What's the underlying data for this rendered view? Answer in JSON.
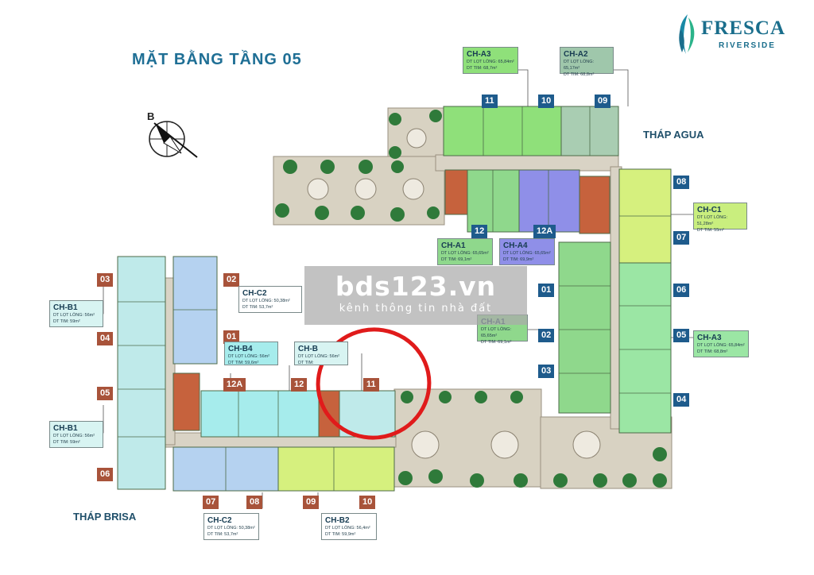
{
  "title": "MẶT BẰNG TẦNG 05",
  "logo": {
    "name": "FRESCA",
    "sub": "RIVERSIDE"
  },
  "compass": {
    "label": "B"
  },
  "towers": {
    "agua": "THÁP AGUA",
    "brisa": "THÁP BRISA"
  },
  "watermark": {
    "main": "bds123.vn",
    "sub": "kênh thông tin nhà đất"
  },
  "units": [
    {
      "id": "u11t",
      "label": "11",
      "color": "blue"
    },
    {
      "id": "u10t",
      "label": "10",
      "color": "blue"
    },
    {
      "id": "u09t",
      "label": "09",
      "color": "blue"
    },
    {
      "id": "u08r",
      "label": "08",
      "color": "blue"
    },
    {
      "id": "u07r",
      "label": "07",
      "color": "blue"
    },
    {
      "id": "u12m",
      "label": "12",
      "color": "blue"
    },
    {
      "id": "u12Am",
      "label": "12A",
      "color": "blue"
    },
    {
      "id": "u01c",
      "label": "01",
      "color": "blue"
    },
    {
      "id": "u02c",
      "label": "02",
      "color": "blue"
    },
    {
      "id": "u03c",
      "label": "03",
      "color": "blue"
    },
    {
      "id": "u06r",
      "label": "06",
      "color": "blue"
    },
    {
      "id": "u05r",
      "label": "05",
      "color": "blue"
    },
    {
      "id": "u04r",
      "label": "04",
      "color": "blue"
    },
    {
      "id": "u03l",
      "label": "03",
      "color": "brown"
    },
    {
      "id": "u04l",
      "label": "04",
      "color": "brown"
    },
    {
      "id": "u05l",
      "label": "05",
      "color": "brown"
    },
    {
      "id": "u06l",
      "label": "06",
      "color": "brown"
    },
    {
      "id": "u02l",
      "label": "02",
      "color": "brown"
    },
    {
      "id": "u01l",
      "label": "01",
      "color": "brown"
    },
    {
      "id": "u12Al",
      "label": "12A",
      "color": "brown"
    },
    {
      "id": "u12l",
      "label": "12",
      "color": "brown"
    },
    {
      "id": "u11l",
      "label": "11",
      "color": "brown"
    },
    {
      "id": "u07b",
      "label": "07",
      "color": "brown"
    },
    {
      "id": "u08b",
      "label": "08",
      "color": "brown"
    },
    {
      "id": "u09b",
      "label": "09",
      "color": "brown"
    },
    {
      "id": "u10b",
      "label": "10",
      "color": "brown"
    }
  ],
  "cards": [
    {
      "id": "cA3t",
      "title": "CH-A3",
      "lines": [
        "DT LỌT LÒNG: 65,84m²",
        "DT TIM: 68,7m²"
      ],
      "color": "#8fe07a"
    },
    {
      "id": "cA2t",
      "title": "CH-A2",
      "lines": [
        "DT LỌT LÒNG: 65,17m²",
        "DT TIM: 68,8m²"
      ],
      "color": "#9fc7ab"
    },
    {
      "id": "cC1r",
      "title": "CH-C1",
      "lines": [
        "DT LỌT LÒNG: 51,28m²",
        "DT TIM: 55m²"
      ],
      "color": "#c9ee7e"
    },
    {
      "id": "cA1m",
      "title": "CH-A1",
      "lines": [
        "DT LỌT LÒNG: 65,65m²",
        "DT TIM: 69,1m²"
      ],
      "color": "#8fd88c"
    },
    {
      "id": "cA4m",
      "title": "CH-A4",
      "lines": [
        "DT LỌT LÒNG: 65,65m²",
        "DT TIM: 69,9m²"
      ],
      "color": "#8f8fe8"
    },
    {
      "id": "cA1c",
      "title": "CH-A1",
      "lines": [
        "DT LỌT LÒNG: 65,65m²",
        "DT TIM: 69,1m²"
      ],
      "color": "#8fd88c"
    },
    {
      "id": "cA3r",
      "title": "CH-A3",
      "lines": [
        "DT LỌT LÒNG: 65,84m²",
        "DT TIM: 68,8m²"
      ],
      "color": "#9be6a4"
    },
    {
      "id": "cC2l",
      "title": "CH-C2",
      "lines": [
        "DT LỌT LÒNG: 50,38m²",
        "DT TIM: 53,7m²"
      ],
      "color": "#ffffff"
    },
    {
      "id": "cB4l",
      "title": "CH-B4",
      "lines": [
        "DT LỌT LÒNG: 56m²",
        "DT TIM: 59,6m²"
      ],
      "color": "#a6ecec"
    },
    {
      "id": "cB5l",
      "title": "CH-B",
      "lines": [
        "DT LỌT LÒNG: 56m²",
        "DT TIM: "
      ],
      "color": "#d8f4f2"
    },
    {
      "id": "cB1a",
      "title": "CH-B1",
      "lines": [
        "DT LỌT LÒNG: 56m²",
        "DT TIM: 59m²"
      ],
      "color": "#d8f4f2"
    },
    {
      "id": "cB1b",
      "title": "CH-B1",
      "lines": [
        "DT LỌT LÒNG: 56m²",
        "DT TIM: 59m²"
      ],
      "color": "#d8f4f2"
    },
    {
      "id": "cC2b",
      "title": "CH-C2",
      "lines": [
        "DT LỌT LÒNG: 50,38m²",
        "DT TIM: 53,7m²"
      ],
      "color": "#ffffff"
    },
    {
      "id": "cB2b",
      "title": "CH-B2",
      "lines": [
        "DT LỌT LÒNG: 56,4m²",
        "DT TIM: 59,9m²"
      ],
      "color": "#ffffff"
    }
  ],
  "colors": {
    "unit_blue": "#1e5b8c",
    "unit_brown": "#a8533a",
    "corridor": "#d9d3c5",
    "green_apartment": "#8fe07a",
    "purple_apartment": "#8f8fe8",
    "cyan_apartment": "#a6ecec",
    "yellow_apartment": "#d6f07e",
    "blue_apartment": "#b5d2f0",
    "stair": "#c6623d",
    "highlight_circle": "#e01b1b"
  }
}
